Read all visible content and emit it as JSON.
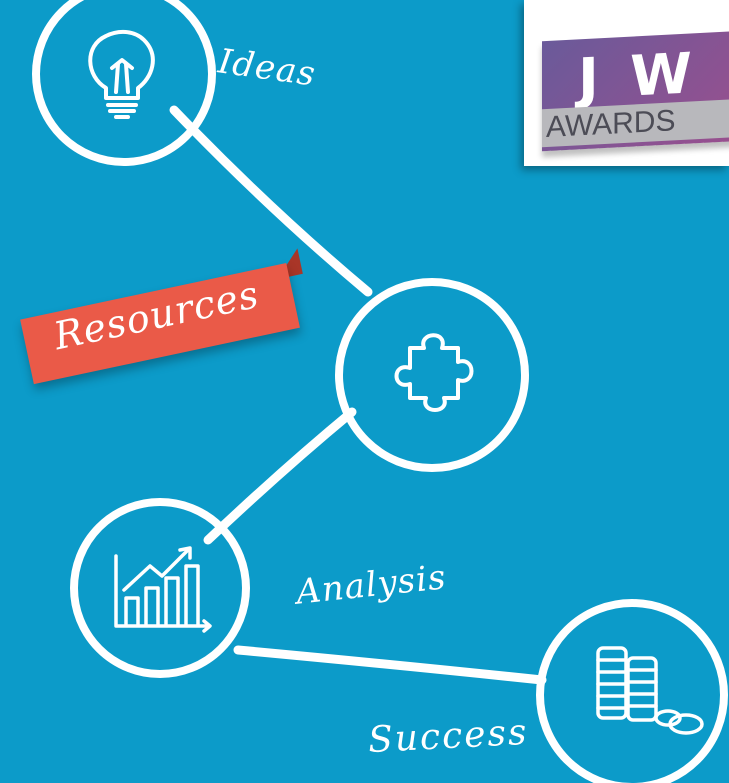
{
  "nodes": {
    "ideas": {
      "label": "Ideas",
      "icon": "lightbulb-icon"
    },
    "resources": {
      "label": "Resources",
      "icon": "puzzle-piece-icon"
    },
    "analysis": {
      "label": "Analysis",
      "icon": "bar-chart-growth-icon"
    },
    "success": {
      "label": "Success",
      "icon": "coin-stacks-icon"
    }
  },
  "logo": {
    "letters": [
      "J",
      "W"
    ],
    "text": "AWARDS"
  },
  "colors": {
    "background": "#0c9bc9",
    "stroke": "#ffffff",
    "ribbon": "#ea5a48",
    "ribbon_fold": "#a93628",
    "logo_card": "#7a5596"
  }
}
